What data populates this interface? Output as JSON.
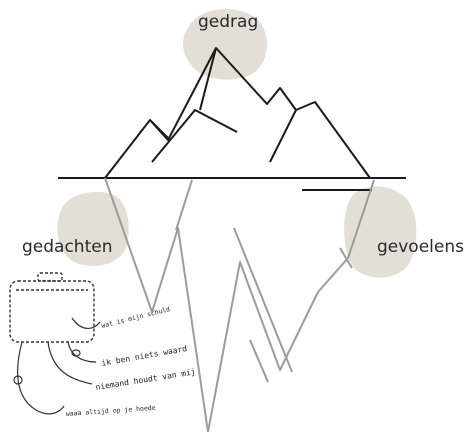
{
  "labels": {
    "top": "gedrag",
    "left": "gedachten",
    "right": "gevoelens"
  },
  "notes": [
    "wat is mijn schuld",
    "ik ben niets waard",
    "niemand houdt van mij",
    "waaa altijd op je hoede"
  ],
  "colors": {
    "blob": "#e3ded6",
    "line_above": "#1a1a1a",
    "line_below": "#9c9c9c",
    "text": "#2a2a2a"
  }
}
